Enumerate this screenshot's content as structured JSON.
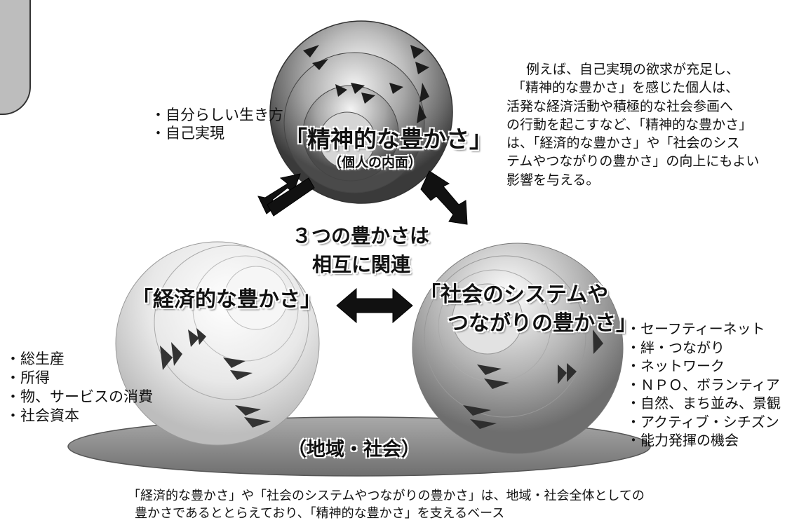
{
  "top_circle": {
    "title": "「精神的な豊かさ」",
    "subtitle": "（個人の内面）",
    "items": [
      "・自分らしい生き方",
      "・自己実現"
    ]
  },
  "description": {
    "lines": [
      "例えば、自己実現の欲求が充足し、",
      "「精神的な豊かさ」を感じた個人は、",
      "活発な経済活動や積極的な社会参画へ",
      "の行動を起こすなど、「精神的な豊かさ」",
      "は、「経済的な豊かさ」や「社会のシス",
      "テムやつながりの豊かさ」の向上にもよい",
      "影響を与える。"
    ]
  },
  "center_text": {
    "line1": "３つの豊かさは",
    "line2": "相互に関連"
  },
  "left_circle": {
    "title": "「経済的な豊かさ」",
    "items": [
      "・総生産",
      "・所得",
      "・物、サービスの消費",
      "・社会資本"
    ]
  },
  "right_circle": {
    "title_line1": "「社会のシステムや",
    "title_line2": "つながりの豊かさ」",
    "items": [
      "・セーフティーネット",
      "・絆・つながり",
      "・ネットワーク",
      "・ＮＰＯ、ボランティア",
      "・自然、まち並み、景観",
      "・アクティブ・シチズン",
      "・能力発揮の機会"
    ]
  },
  "base_label": "（地域・社会）",
  "caption": {
    "line1": "「経済的な豊かさ」や「社会のシステムやつながりの豊かさ」は、地域・社会全体としての",
    "line2": "豊かさであるととらえており、「精神的な豊かさ」を支えるベース"
  },
  "colors": {
    "sphere_dark": "#3a3a3a",
    "sphere_mid": "#9a9a9a",
    "sphere_light": "#f2f2f2",
    "base_ellipse": "#8a8a8a",
    "arrow": "#111111"
  }
}
